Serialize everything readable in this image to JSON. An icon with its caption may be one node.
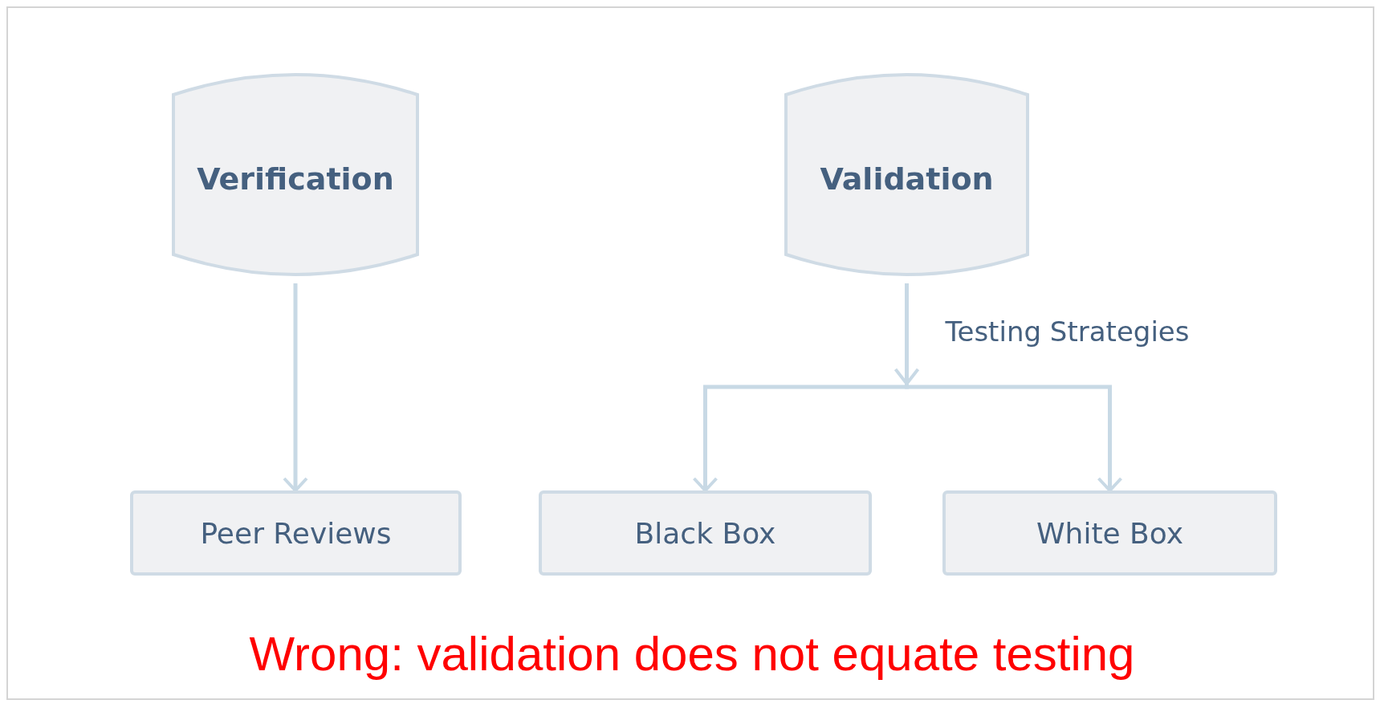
{
  "diagram": {
    "caption": "Wrong: validation does not equate testing",
    "nodes": [
      {
        "text": [
          "Verification"
        ]
      },
      {
        "text": [
          "Validation"
        ]
      },
      {
        "text": [
          "Peer Reviews"
        ]
      },
      {
        "text": [
          "Black Box"
        ]
      },
      {
        "text": [
          "White Box"
        ]
      }
    ],
    "edges": [
      {
        "from": 0,
        "to": 2,
        "arrow": "to"
      },
      {
        "from": 1,
        "to": 3,
        "arrow": "to",
        "label": "Testing Strategies"
      },
      {
        "from": 1,
        "to": 4,
        "arrow": "to"
      }
    ]
  }
}
